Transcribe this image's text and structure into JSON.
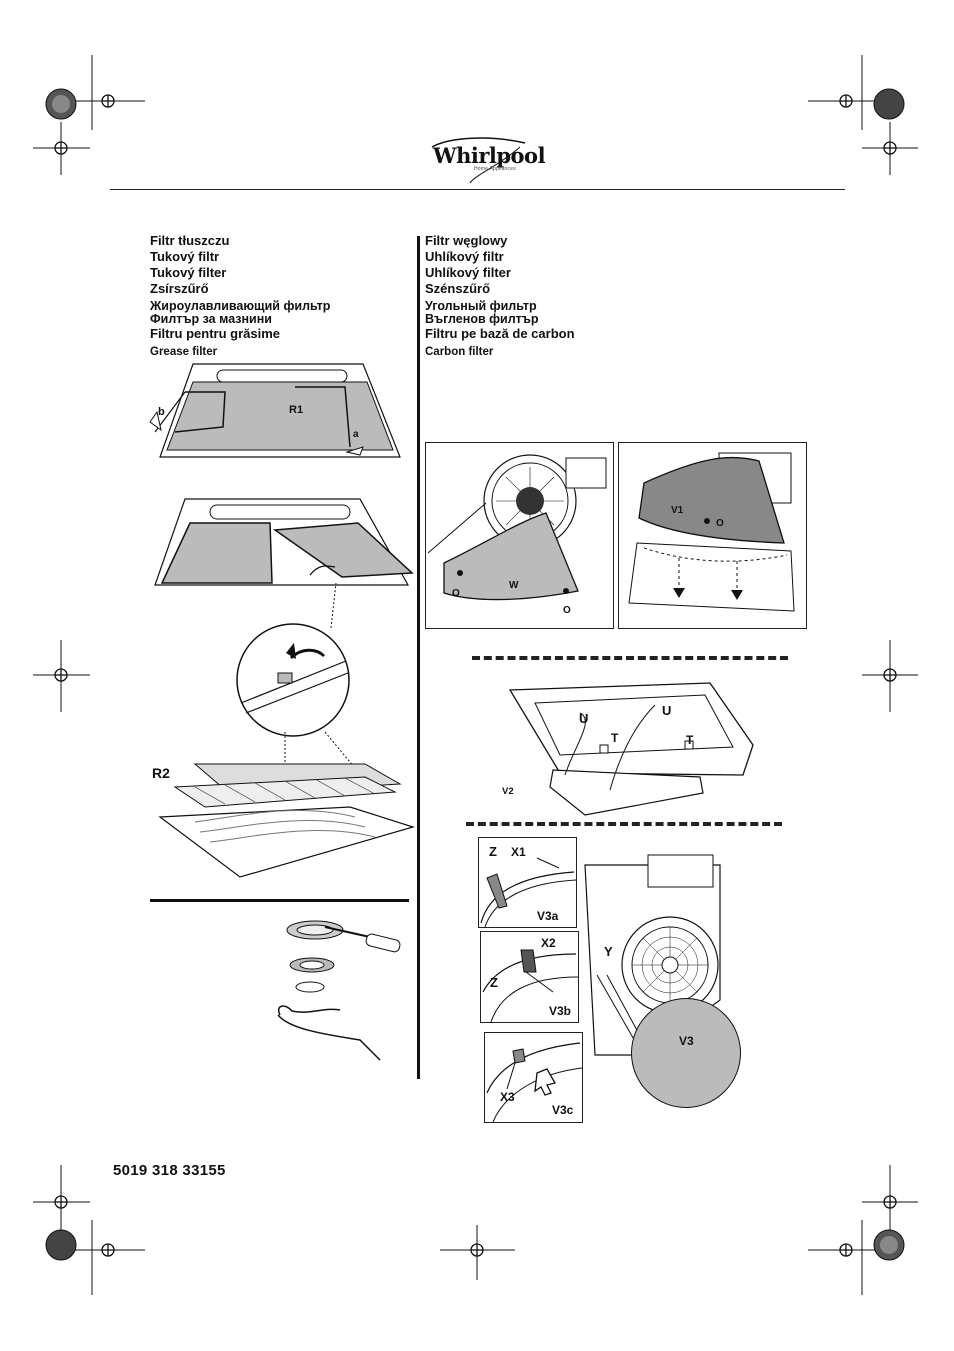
{
  "header": {
    "brand": "Whirlpool",
    "tagline": "Home Appliances"
  },
  "grease_filter": {
    "titles": [
      "Filtr tłuszczu",
      "Tukový filtr",
      "Tukový filter",
      "Zsírszűrő",
      "Жироулавливающий фильтр",
      "Филтър за мазнини",
      "Filtru pentru grăsime",
      "Grease filter"
    ]
  },
  "carbon_filter": {
    "titles": [
      "Filtr węglowy",
      "Uhlíkový filtr",
      "Uhlíkový filter",
      "Szénszűrő",
      "Угольный фильтр",
      "Въгленов филтър",
      "Filtru pe bază de carbon",
      "Carbon filter"
    ]
  },
  "figure_labels": {
    "r1": "R1",
    "b": "b",
    "a": "a",
    "r2": "R2",
    "w": "W",
    "o": "O",
    "v1": "V1",
    "u": "U",
    "t": "T",
    "v2": "V2",
    "z": "Z",
    "x1": "X1",
    "x2": "X2",
    "x3": "X3",
    "y": "Y",
    "v3": "V3",
    "v3a": "V3a",
    "v3b": "V3b",
    "v3c": "V3c"
  },
  "footer": {
    "part_number": "5019 318 33155"
  }
}
